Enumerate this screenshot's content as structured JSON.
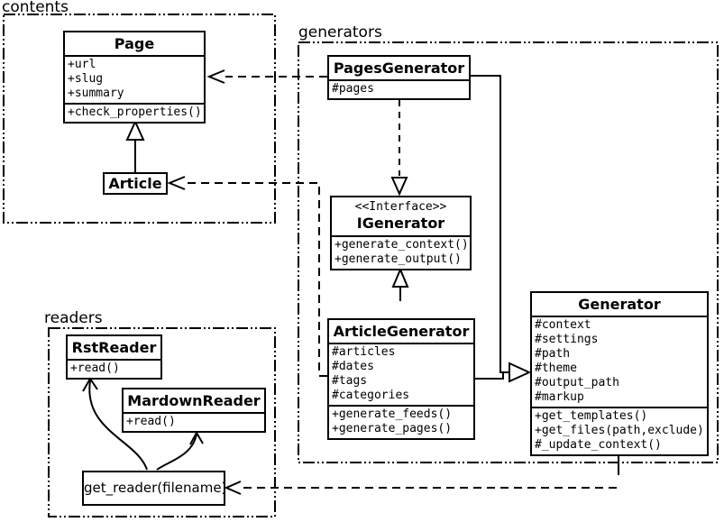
{
  "packages": {
    "contents": {
      "label": "contents"
    },
    "generators": {
      "label": "generators"
    },
    "readers": {
      "label": "readers"
    }
  },
  "classes": {
    "page": {
      "title": "Page",
      "attributes": [
        "+url",
        "+slug",
        "+summary"
      ],
      "methods": [
        "+check_properties()"
      ]
    },
    "article": {
      "title": "Article"
    },
    "pages_generator": {
      "title": "PagesGenerator",
      "attributes": [
        "#pages"
      ]
    },
    "igenerator": {
      "stereotype": "<<Interface>>",
      "title": "IGenerator",
      "methods": [
        "+generate_context()",
        "+generate_output()"
      ]
    },
    "article_generator": {
      "title": "ArticleGenerator",
      "attributes": [
        "#articles",
        "#dates",
        "#tags",
        "#categories"
      ],
      "methods": [
        "+generate_feeds()",
        "+generate_pages()"
      ]
    },
    "generator": {
      "title": "Generator",
      "attributes": [
        "#context",
        "#settings",
        "#path",
        "#theme",
        "#output_path",
        "#markup"
      ],
      "methods": [
        "+get_templates()",
        "+get_files(path,exclude)",
        "#_update_context()"
      ]
    },
    "rst_reader": {
      "title": "RstReader",
      "methods": [
        "+read()"
      ]
    },
    "markdown_reader": {
      "title": "MardownReader",
      "methods": [
        "+read()"
      ]
    },
    "get_reader": {
      "label": "get_reader(filename)"
    }
  },
  "relationships": [
    {
      "from": "Article",
      "to": "Page",
      "type": "inheritance-solid-hollow-triangle"
    },
    {
      "from": "ArticleGenerator",
      "to": "IGenerator",
      "type": "inheritance-solid-hollow-triangle"
    },
    {
      "from": "PagesGenerator",
      "to": "IGenerator",
      "type": "realization-dashed-hollow-triangle"
    },
    {
      "from": "PagesGenerator",
      "to": "Generator",
      "type": "inheritance-solid-hollow-triangle"
    },
    {
      "from": "ArticleGenerator",
      "to": "Generator",
      "type": "inheritance-solid-hollow-triangle"
    },
    {
      "from": "PagesGenerator",
      "to": "Page",
      "type": "dependency-dashed-open-arrow"
    },
    {
      "from": "ArticleGenerator",
      "to": "Article",
      "type": "dependency-dashed-open-arrow"
    },
    {
      "from": "Generator",
      "to": "get_reader(filename)",
      "type": "dependency-dashed-open-arrow"
    },
    {
      "from": "get_reader(filename)",
      "to": "RstReader",
      "type": "curved-open-arrow"
    },
    {
      "from": "get_reader(filename)",
      "to": "MardownReader",
      "type": "curved-open-arrow"
    }
  ],
  "colors": {
    "line": "#000000",
    "background": "#ffffff"
  }
}
